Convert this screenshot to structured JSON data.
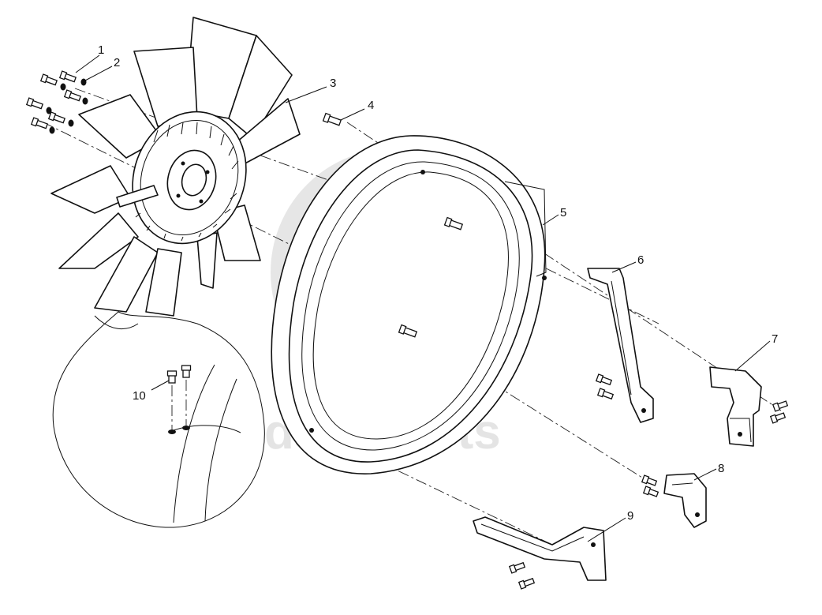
{
  "callouts": [
    "1",
    "2",
    "3",
    "4",
    "5",
    "6",
    "7",
    "8",
    "9",
    "10"
  ],
  "watermark": {
    "text": "data-parts",
    "color": "#cfcfcf"
  },
  "parts": {
    "1": "bolt",
    "2": "washer",
    "3": "fan-assembly",
    "4": "bolt",
    "5": "fan-shroud",
    "6": "support-arm",
    "7": "bracket",
    "8": "bracket",
    "9": "lower-support",
    "10": "ground-screw-detail"
  }
}
